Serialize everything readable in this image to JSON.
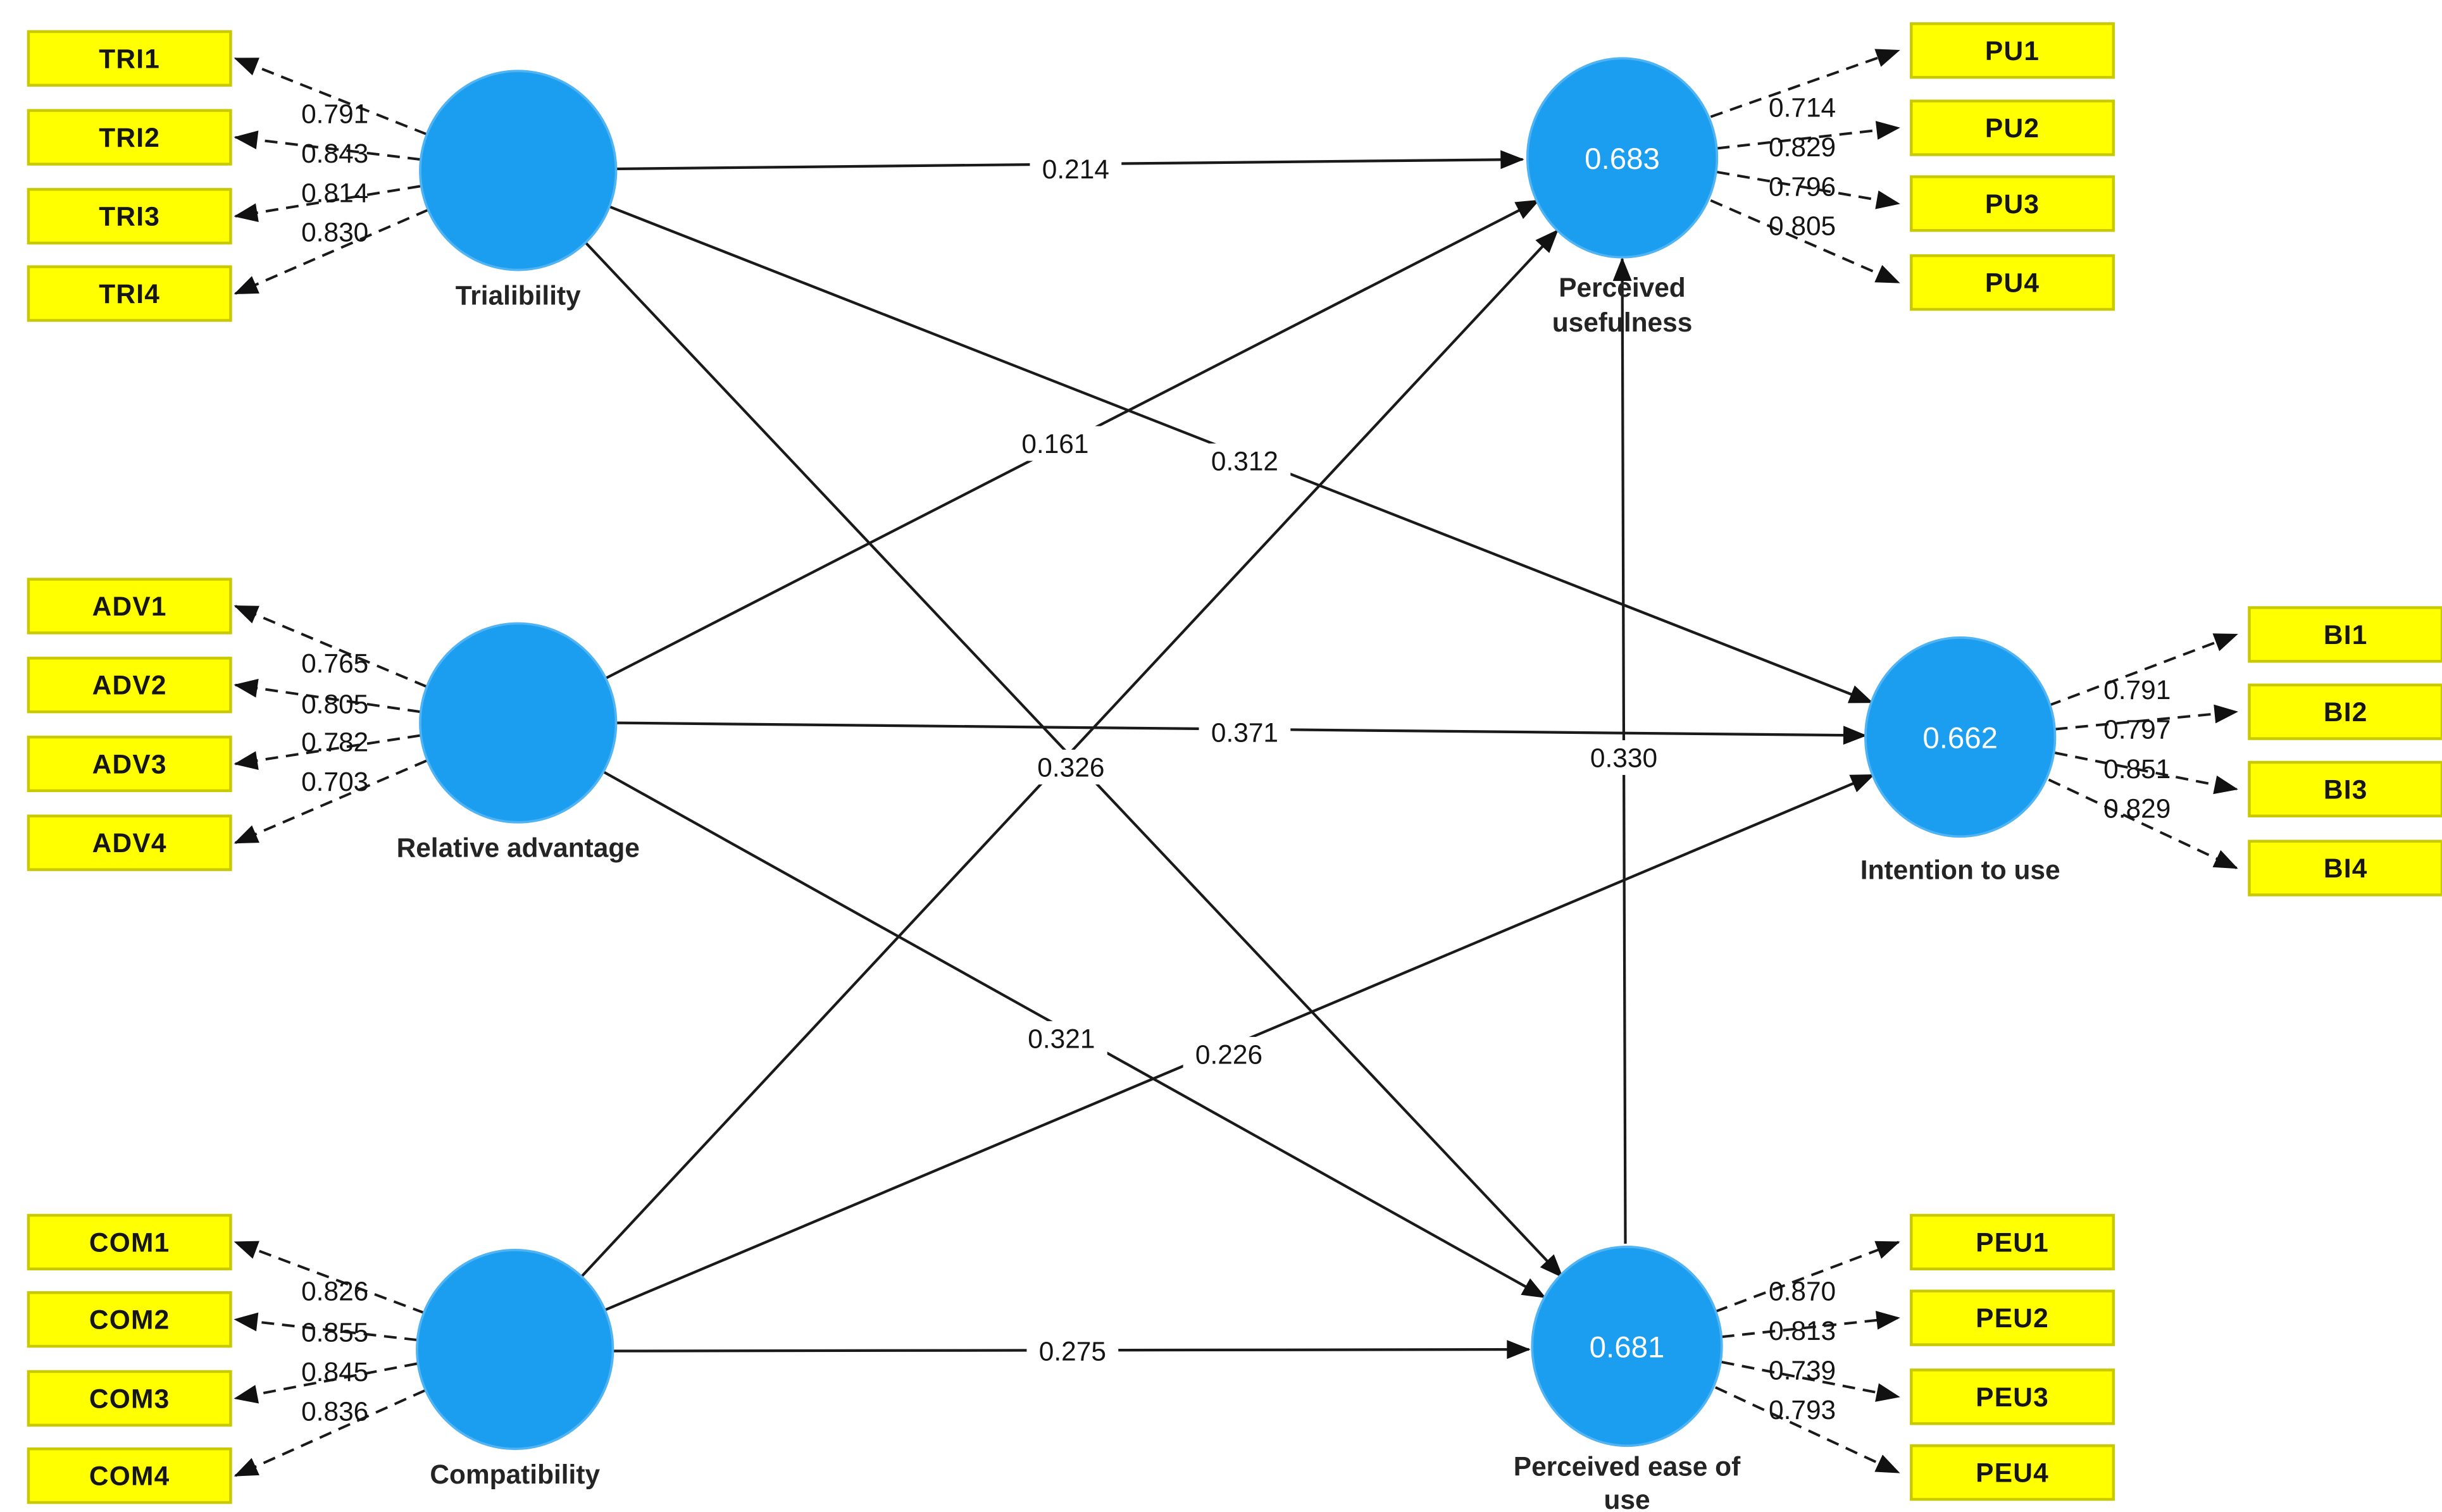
{
  "figure": {
    "colors": {
      "construct_fill": "#1b9ef0",
      "indicator_fill": "#ffff00",
      "indicator_border": "#c9c900",
      "line": "#1a1a1a"
    },
    "constructs": {
      "trialibility": {
        "label": "Trialibility",
        "indicators": [
          "TRI1",
          "TRI2",
          "TRI3",
          "TRI4"
        ],
        "loadings": [
          "0.791",
          "0.843",
          "0.814",
          "0.830"
        ]
      },
      "relative_advantage": {
        "label": "Relative advantage",
        "indicators": [
          "ADV1",
          "ADV2",
          "ADV3",
          "ADV4"
        ],
        "loadings": [
          "0.765",
          "0.805",
          "0.782",
          "0.703"
        ]
      },
      "compatibility": {
        "label": "Compatibility",
        "indicators": [
          "COM1",
          "COM2",
          "COM3",
          "COM4"
        ],
        "loadings": [
          "0.826",
          "0.855",
          "0.845",
          "0.836"
        ]
      },
      "perceived_usefulness": {
        "label_line1": "Perceived",
        "label_line2": "usefulness",
        "r2": "0.683",
        "indicators": [
          "PU1",
          "PU2",
          "PU3",
          "PU4"
        ],
        "loadings": [
          "0.714",
          "0.829",
          "0.796",
          "0.805"
        ]
      },
      "intention_to_use": {
        "label": "Intention to use",
        "r2": "0.662",
        "indicators": [
          "BI1",
          "BI2",
          "BI3",
          "BI4"
        ],
        "loadings": [
          "0.791",
          "0.797",
          "0.851",
          "0.829"
        ]
      },
      "perceived_ease_of_use": {
        "label_line1": "Perceived ease of",
        "label_line2": "use",
        "r2": "0.681",
        "indicators": [
          "PEU1",
          "PEU2",
          "PEU3",
          "PEU4"
        ],
        "loadings": [
          "0.870",
          "0.813",
          "0.739",
          "0.793"
        ]
      }
    },
    "paths": [
      {
        "from": "Trialibility",
        "to": "Perceived usefulness",
        "coefficient": "0.214"
      },
      {
        "from": "Relative advantage",
        "to": "Perceived usefulness",
        "coefficient": "0.161"
      },
      {
        "from": "Trialibility",
        "to": "Intention to use",
        "coefficient": "0.312"
      },
      {
        "from": "Relative advantage",
        "to": "Intention to use",
        "coefficient": "0.371"
      },
      {
        "from": "Perceived ease of use",
        "to": "Perceived usefulness",
        "coefficient": "0.330"
      },
      {
        "from": "Trialibility",
        "to": "Perceived ease of use",
        "coefficient": "0.326"
      },
      {
        "from": "Relative advantage",
        "to": "Perceived ease of use",
        "coefficient": "0.321"
      },
      {
        "from": "Compatibility",
        "to": "Intention to use",
        "coefficient": "0.226"
      },
      {
        "from": "Compatibility",
        "to": "Perceived ease of use",
        "coefficient": "0.275"
      },
      {
        "from": "Compatibility",
        "to": "Perceived usefulness",
        "coefficient": ""
      }
    ]
  }
}
